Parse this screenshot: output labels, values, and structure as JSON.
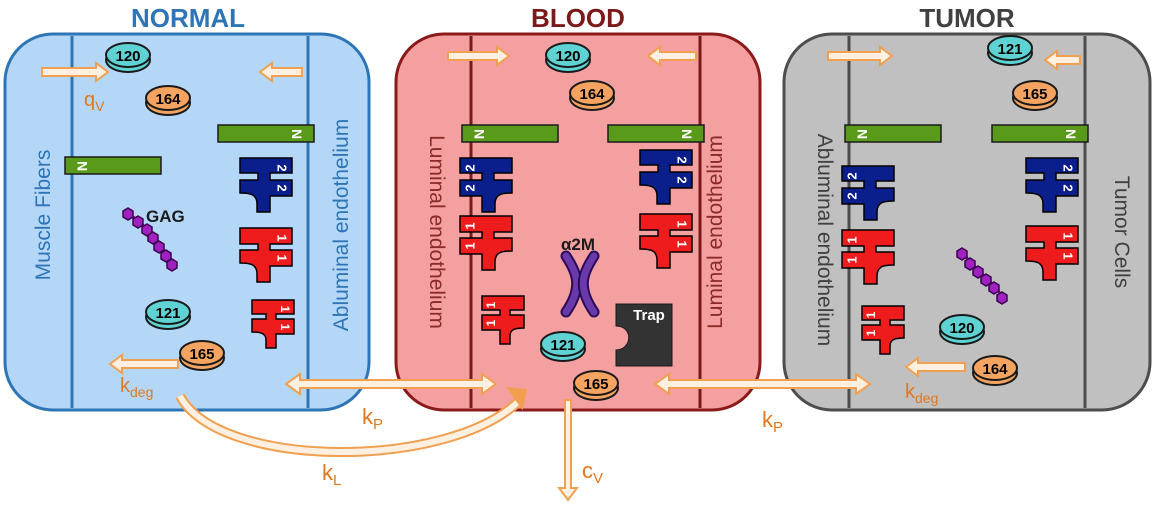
{
  "compartments": {
    "normal": {
      "title": "NORMAL",
      "left_label": "Muscle Fibers",
      "right_label": "Abluminal endothelium",
      "title_color": "#2e75b6",
      "fill": "#b4d7f7",
      "stroke": "#2e75b6"
    },
    "blood": {
      "title": "BLOOD",
      "left_label": "Luminal endothelium",
      "right_label": "Luminal endothelium",
      "title_color": "#7b1a1a",
      "fill": "#f4a0a0",
      "stroke": "#8b1a1a"
    },
    "tumor": {
      "title": "TUMOR",
      "left_label": "Abluminal endothelium",
      "right_label": "Tumor Cells",
      "title_color": "#404040",
      "fill": "#c0c0c0",
      "stroke": "#4d4d4d"
    }
  },
  "ligands": {
    "normal": [
      "120",
      "164",
      "121",
      "165"
    ],
    "blood": [
      "120",
      "164",
      "121",
      "165"
    ],
    "tumor": [
      "121",
      "165",
      "120",
      "164"
    ]
  },
  "receptors": {
    "r2_label": "2",
    "r1_label": "1",
    "neuropilin_label": "N"
  },
  "molecules": {
    "gag": "GAG",
    "a2m": "α2M",
    "trap": "Trap"
  },
  "rates": {
    "qv": {
      "main": "q",
      "sub": "V"
    },
    "kdeg_normal": {
      "main": "k",
      "sub": "deg"
    },
    "kdeg_tumor": {
      "main": "k",
      "sub": "deg"
    },
    "kp_left": {
      "main": "k",
      "sub": "P"
    },
    "kp_right": {
      "main": "k",
      "sub": "P"
    },
    "kl": {
      "main": "k",
      "sub": "L"
    },
    "cv": {
      "main": "c",
      "sub": "V"
    }
  },
  "colors": {
    "arrow": "#f0a050",
    "arrow_text": "#e07820",
    "cyan_ligand": "#5fd3d3",
    "orange_ligand": "#f4a460",
    "receptor_red": "#ee1c1c",
    "receptor_blue": "#0a1e8c",
    "neuropilin": "#5a9a1a",
    "gag": "#a020c0",
    "a2m": "#5a2a9a",
    "trap": "#333333"
  }
}
